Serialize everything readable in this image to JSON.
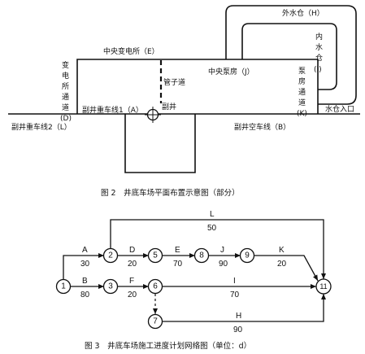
{
  "fig2": {
    "caption": "图 2　井底车场平面布置示意图（部分）",
    "labels": {
      "outer_water": "外水仓（H）",
      "inner_water_1": "内",
      "inner_water_2": "水",
      "inner_water_3": "仓",
      "inner_water_4": "(I)",
      "substation_center": "中央变电所（E）",
      "sub_channel_1": "变",
      "sub_channel_2": "电",
      "sub_channel_3": "所",
      "sub_channel_4": "通",
      "sub_channel_5": "道",
      "sub_channel_6": "(D)",
      "pipe_way": "管子道",
      "pump_room": "中央泵房（J）",
      "pump_channel_1": "泵",
      "pump_channel_2": "房",
      "pump_channel_3": "通",
      "pump_channel_4": "道",
      "pump_channel_5": "(K)",
      "aux_shaft": "副井",
      "heavy_line_1": "副井重车线1（A）",
      "heavy_line_2": "副井重车线2（L）",
      "empty_line": "副井空车线（B）",
      "water_entrance": "水仓入口"
    }
  },
  "fig3": {
    "caption": "图 3　井底车场施工进度计划网络图（单位：d）",
    "nodes": [
      "1",
      "2",
      "3",
      "5",
      "6",
      "7",
      "8",
      "9",
      "11"
    ],
    "activities": {
      "A": {
        "name": "A",
        "dur": "30"
      },
      "B": {
        "name": "B",
        "dur": "80"
      },
      "D": {
        "name": "D",
        "dur": "20"
      },
      "E": {
        "name": "E",
        "dur": "70"
      },
      "F": {
        "name": "F",
        "dur": "20"
      },
      "H": {
        "name": "H",
        "dur": "90"
      },
      "I": {
        "name": "I",
        "dur": "70"
      },
      "J": {
        "name": "J",
        "dur": "90"
      },
      "K": {
        "name": "K",
        "dur": "20"
      },
      "L": {
        "name": "L",
        "dur": "50"
      }
    }
  }
}
